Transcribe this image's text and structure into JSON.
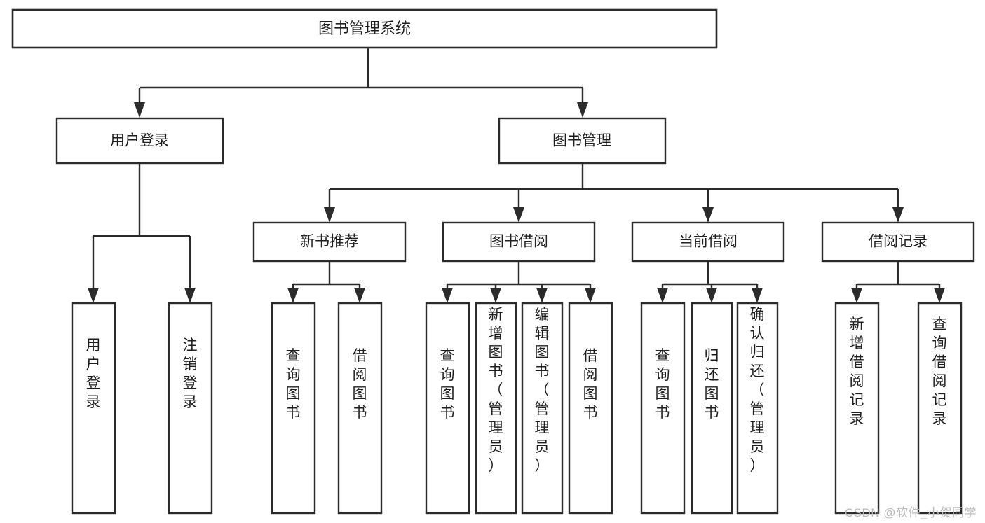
{
  "diagram": {
    "type": "tree-hierarchy",
    "orientation": "top-down",
    "root": {
      "id": "root",
      "label": "图书管理系统"
    },
    "level1": [
      {
        "id": "user-login",
        "label": "用户登录"
      },
      {
        "id": "book-management",
        "label": "图书管理"
      }
    ],
    "level2": [
      {
        "id": "new-book-recommend",
        "label": "新书推荐",
        "parent": "book-management"
      },
      {
        "id": "book-borrow",
        "label": "图书借阅",
        "parent": "book-management"
      },
      {
        "id": "current-borrow",
        "label": "当前借阅",
        "parent": "book-management"
      },
      {
        "id": "borrow-record",
        "label": "借阅记录",
        "parent": "book-management"
      }
    ],
    "leaves": {
      "user_login": [
        {
          "id": "leaf-user-login",
          "label": "用户登录"
        },
        {
          "id": "leaf-user-logout",
          "label": "注销登录"
        }
      ],
      "new_book_recommend": [
        {
          "id": "leaf-query-book-1",
          "label": "查询图书"
        },
        {
          "id": "leaf-borrow-book-1",
          "label": "借阅图书"
        }
      ],
      "book_borrow": [
        {
          "id": "leaf-query-book-2",
          "label": "查询图书"
        },
        {
          "id": "leaf-add-book",
          "label": "新增图书（管理员）"
        },
        {
          "id": "leaf-edit-book",
          "label": "编辑图书（管理员）"
        },
        {
          "id": "leaf-borrow-book-2",
          "label": "借阅图书"
        }
      ],
      "current_borrow": [
        {
          "id": "leaf-query-book-3",
          "label": "查询图书"
        },
        {
          "id": "leaf-return-book",
          "label": "归还图书"
        },
        {
          "id": "leaf-confirm-return",
          "label": "确认归还（管理员）"
        }
      ],
      "borrow_record": [
        {
          "id": "leaf-add-record",
          "label": "新增借阅记录"
        },
        {
          "id": "leaf-query-record",
          "label": "查询借阅记录"
        }
      ]
    }
  },
  "watermark": {
    "text": "CSDN @软件_小贺同学"
  },
  "colors": {
    "box_stroke": "#2b2b2b",
    "box_fill": "#ffffff",
    "text": "#1f1f1f",
    "watermark": "#b9b9b9",
    "background": "#ffffff"
  }
}
